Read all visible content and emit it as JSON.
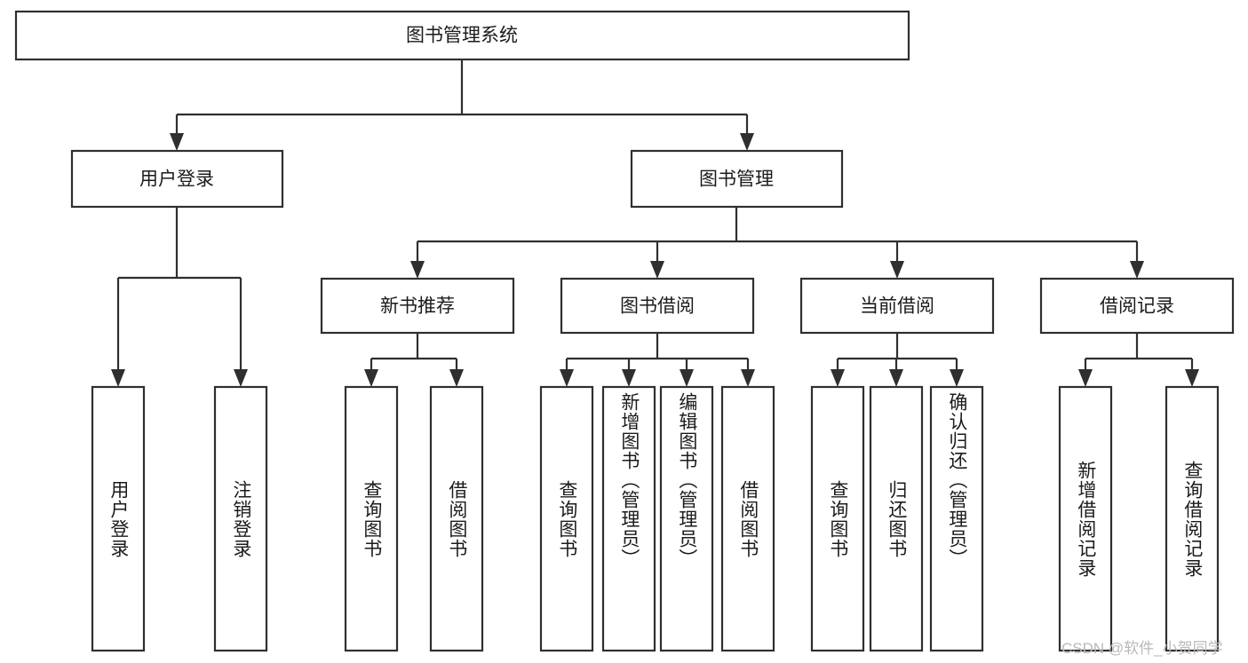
{
  "diagram": {
    "title": "图书管理系统",
    "type": "tree",
    "watermark": "CSDN @软件_小贺同学",
    "colors": {
      "box_stroke": "#2f2f2f",
      "box_fill": "#ffffff",
      "text": "#1b1b1b",
      "watermark": "#b9b9b9",
      "background": "#ffffff"
    },
    "nodes": {
      "root": {
        "label": "图书管理系统",
        "level": 0
      },
      "level1": [
        {
          "id": "user-login",
          "label": "用户登录"
        },
        {
          "id": "book-manage",
          "label": "图书管理"
        }
      ],
      "level2": [
        {
          "id": "new-book-recommend",
          "label": "新书推荐",
          "parent": "book-manage"
        },
        {
          "id": "book-borrow",
          "label": "图书借阅",
          "parent": "book-manage"
        },
        {
          "id": "current-borrow",
          "label": "当前借阅",
          "parent": "book-manage"
        },
        {
          "id": "borrow-record",
          "label": "借阅记录",
          "parent": "book-manage"
        }
      ],
      "leaves": [
        {
          "id": "leaf-user-login",
          "label": "用户登录",
          "parent": "user-login"
        },
        {
          "id": "leaf-logout-login",
          "label": "注销登录",
          "parent": "user-login"
        },
        {
          "id": "leaf-query-book-1",
          "label": "查询图书",
          "parent": "new-book-recommend"
        },
        {
          "id": "leaf-borrow-book-1",
          "label": "借阅图书",
          "parent": "new-book-recommend"
        },
        {
          "id": "leaf-query-book-2",
          "label": "查询图书",
          "parent": "book-borrow"
        },
        {
          "id": "leaf-add-book",
          "label": "新增图书（管理员）",
          "parent": "book-borrow"
        },
        {
          "id": "leaf-edit-book",
          "label": "编辑图书（管理员）",
          "parent": "book-borrow"
        },
        {
          "id": "leaf-borrow-book-2",
          "label": "借阅图书",
          "parent": "book-borrow"
        },
        {
          "id": "leaf-query-book-3",
          "label": "查询图书",
          "parent": "current-borrow"
        },
        {
          "id": "leaf-return-book",
          "label": "归还图书",
          "parent": "current-borrow"
        },
        {
          "id": "leaf-confirm-return",
          "label": "确认归还（管理员）",
          "parent": "current-borrow"
        },
        {
          "id": "leaf-add-record",
          "label": "新增借阅记录",
          "parent": "borrow-record"
        },
        {
          "id": "leaf-query-record",
          "label": "查询借阅记录",
          "parent": "borrow-record"
        }
      ]
    }
  }
}
